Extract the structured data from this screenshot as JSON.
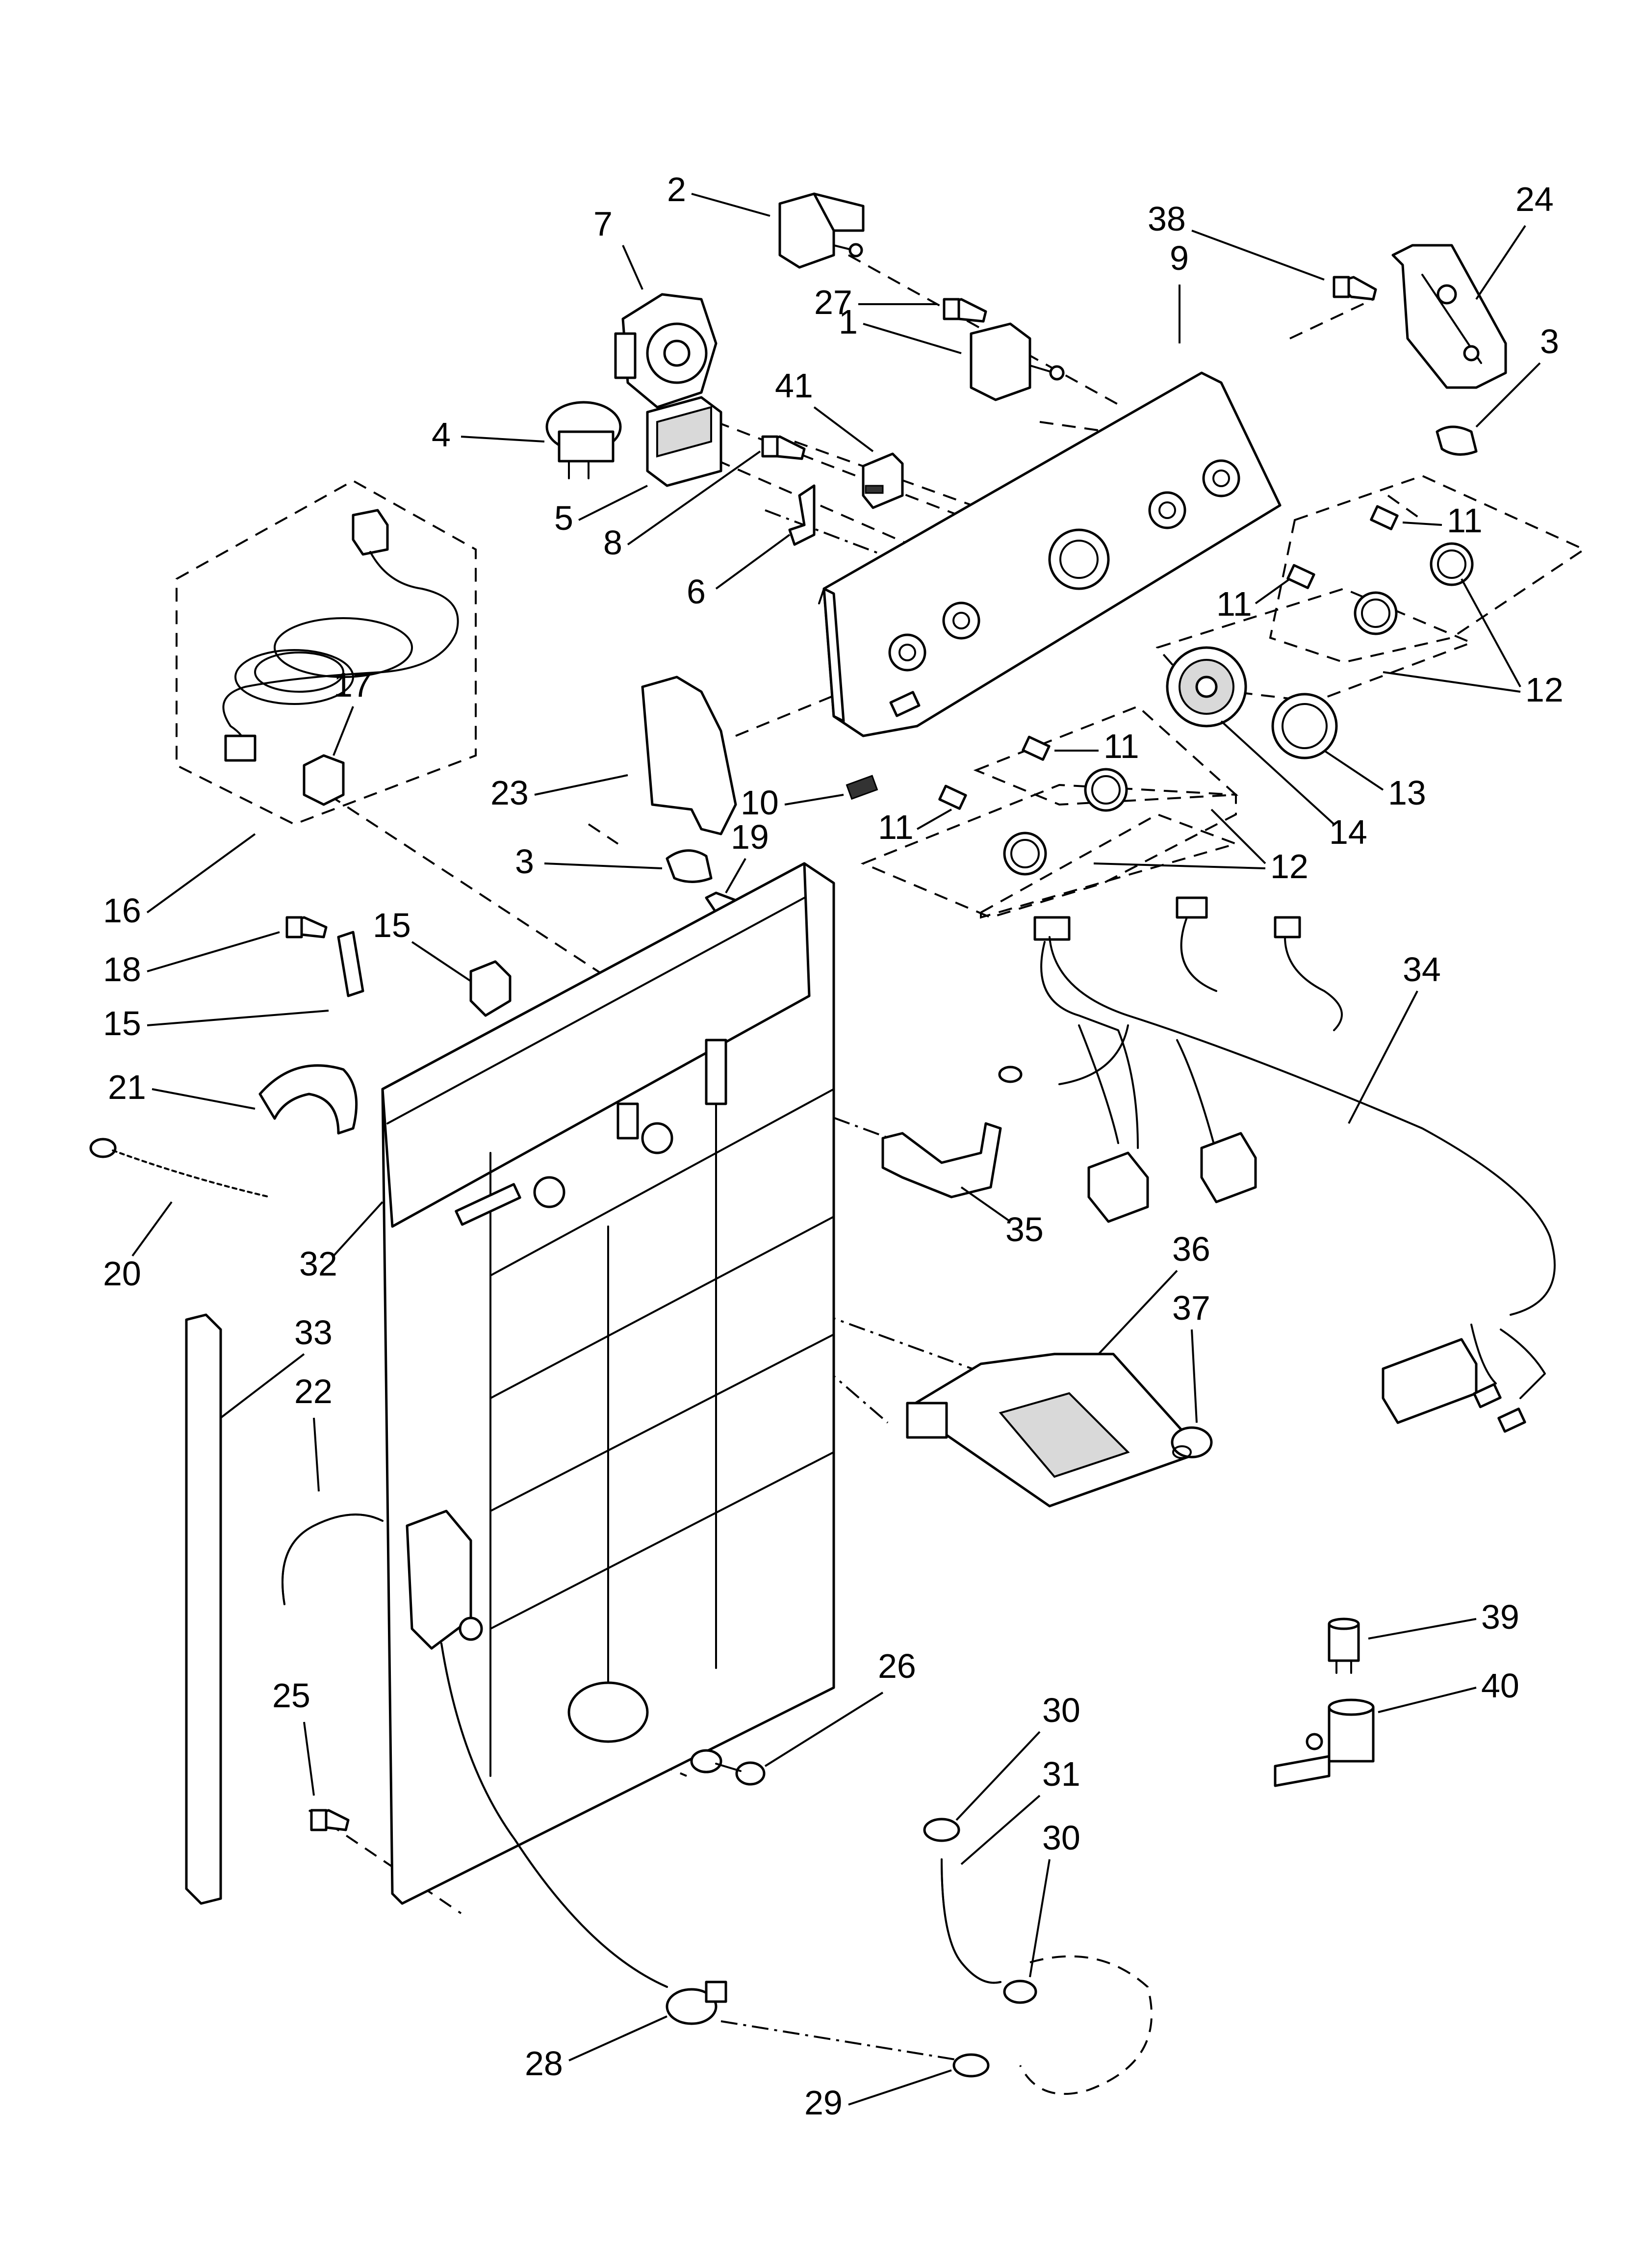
{
  "callouts": [
    {
      "id": "c-1",
      "text": "1"
    },
    {
      "id": "c-2",
      "text": "2"
    },
    {
      "id": "c-3a",
      "text": "3"
    },
    {
      "id": "c-3b",
      "text": "3"
    },
    {
      "id": "c-4",
      "text": "4"
    },
    {
      "id": "c-5",
      "text": "5"
    },
    {
      "id": "c-6",
      "text": "6"
    },
    {
      "id": "c-7",
      "text": "7"
    },
    {
      "id": "c-8",
      "text": "8"
    },
    {
      "id": "c-9",
      "text": "9"
    },
    {
      "id": "c-10",
      "text": "10"
    },
    {
      "id": "c-11a",
      "text": "11"
    },
    {
      "id": "c-11b",
      "text": "11"
    },
    {
      "id": "c-11c",
      "text": "11"
    },
    {
      "id": "c-11d",
      "text": "11"
    },
    {
      "id": "c-12a",
      "text": "12"
    },
    {
      "id": "c-12b",
      "text": "12"
    },
    {
      "id": "c-13",
      "text": "13"
    },
    {
      "id": "c-14",
      "text": "14"
    },
    {
      "id": "c-15a",
      "text": "15"
    },
    {
      "id": "c-15b",
      "text": "15"
    },
    {
      "id": "c-16",
      "text": "16"
    },
    {
      "id": "c-17",
      "text": "17"
    },
    {
      "id": "c-18",
      "text": "18"
    },
    {
      "id": "c-19",
      "text": "19"
    },
    {
      "id": "c-20",
      "text": "20"
    },
    {
      "id": "c-21",
      "text": "21"
    },
    {
      "id": "c-22",
      "text": "22"
    },
    {
      "id": "c-23",
      "text": "23"
    },
    {
      "id": "c-24",
      "text": "24"
    },
    {
      "id": "c-25",
      "text": "25"
    },
    {
      "id": "c-26",
      "text": "26"
    },
    {
      "id": "c-27",
      "text": "27"
    },
    {
      "id": "c-28",
      "text": "28"
    },
    {
      "id": "c-29",
      "text": "29"
    },
    {
      "id": "c-30a",
      "text": "30"
    },
    {
      "id": "c-30b",
      "text": "30"
    },
    {
      "id": "c-31",
      "text": "31"
    },
    {
      "id": "c-32",
      "text": "32"
    },
    {
      "id": "c-33",
      "text": "33"
    },
    {
      "id": "c-34",
      "text": "34"
    },
    {
      "id": "c-35",
      "text": "35"
    },
    {
      "id": "c-36",
      "text": "36"
    },
    {
      "id": "c-37",
      "text": "37"
    },
    {
      "id": "c-38",
      "text": "38"
    },
    {
      "id": "c-39",
      "text": "39"
    },
    {
      "id": "c-40",
      "text": "40"
    },
    {
      "id": "c-41",
      "text": "41"
    }
  ]
}
